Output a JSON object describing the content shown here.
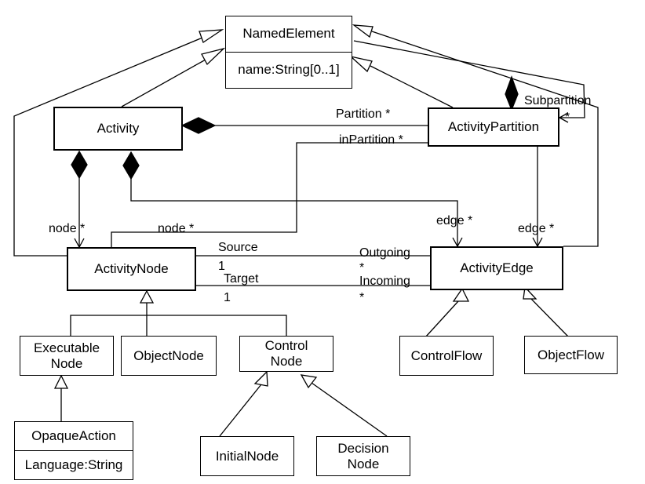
{
  "classes": {
    "named_element": {
      "name": "NamedElement",
      "attribute": "name:String[0..1]"
    },
    "activity": "Activity",
    "activity_partition": "ActivityPartition",
    "activity_node": "ActivityNode",
    "activity_edge": "ActivityEdge",
    "executable_node": "Executable\nNode",
    "object_node": "ObjectNode",
    "control_node": "Control\nNode",
    "control_flow": "ControlFlow",
    "object_flow": "ObjectFlow",
    "opaque_action": {
      "name": "OpaqueAction",
      "attribute": "Language:String"
    },
    "initial_node": "InitialNode",
    "decision_node": "Decision\nNode"
  },
  "labels": {
    "partition": "Partition *",
    "subpartition": "Subpartition",
    "subpartition_mult": "*",
    "in_partition": "inPartition *",
    "activity_node_role": "node *",
    "partition_node_role": "node *",
    "activity_edge_role": "edge *",
    "partition_edge_role": "edge *",
    "source": "Source",
    "source_mult": "1",
    "target": "Target",
    "target_mult": "1",
    "outgoing": "Outgoing",
    "outgoing_mult": "*",
    "incoming": "Incoming",
    "incoming_mult": "*"
  }
}
